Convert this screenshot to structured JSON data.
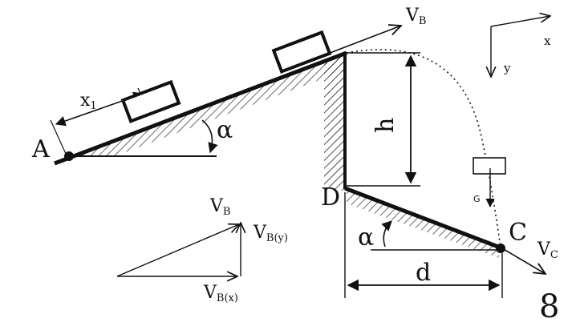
{
  "diagram": {
    "points": {
      "A": "A",
      "B_velocity": "V",
      "B_sub": "B",
      "C": "C",
      "C_velocity": "V",
      "C_sub": "C",
      "D": "D"
    },
    "labels": {
      "x1": "x",
      "x1_sub": "1",
      "alpha_top": "α",
      "alpha_bottom": "α",
      "h": "h",
      "d": "d",
      "G": "G",
      "axis_x": "x",
      "axis_y": "y",
      "figure_number": "8"
    },
    "components": {
      "VB": "V",
      "VB_sub": "B",
      "VBy": "V",
      "VBy_sub": "B(y)",
      "VBx": "V",
      "VBx_sub": "B(x)"
    }
  }
}
